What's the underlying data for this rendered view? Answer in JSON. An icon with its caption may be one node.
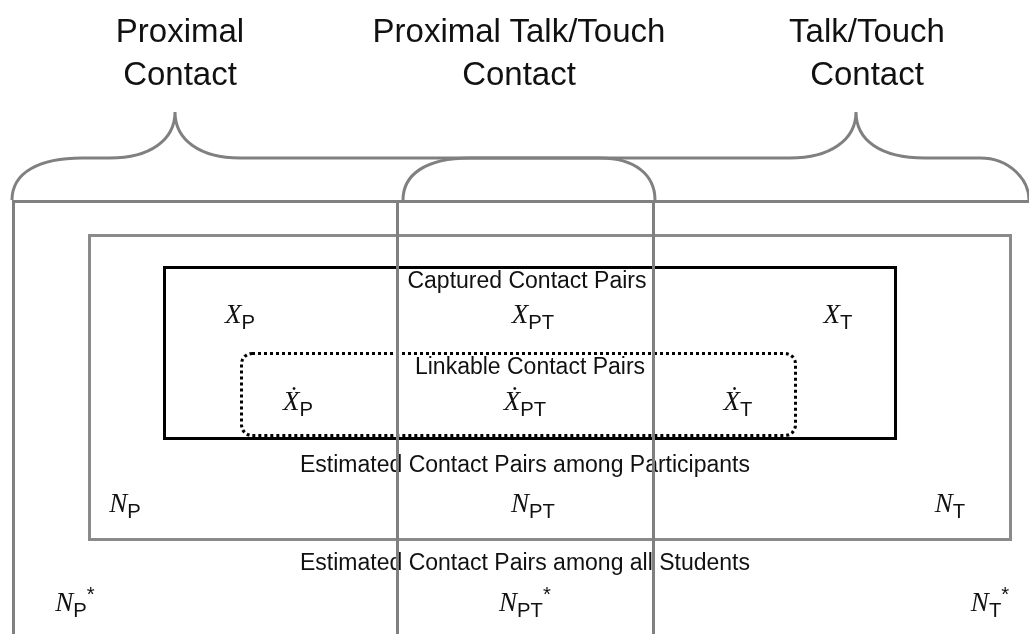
{
  "diagram": {
    "nodes": [
      {
        "text": [
          "Estimated Contact Pairs among all Students",
          "*N*$_{P}$$^{*}$",
          "*N*$_{PT}$$^{*}$",
          "*N*$_{T}$$^{*}$"
        ]
      },
      {
        "text": [
          "Estimated Contact Pairs among Participants",
          "*N*$_{P}$",
          "*N*$_{PT}$",
          "*N*$_{T}$"
        ],
        "in": 0
      },
      {
        "text": [
          "Captured Contact Pairs",
          "*X*$_{P}$",
          "*X*$_{PT}$",
          "*X*$_{T}$"
        ],
        "in": 1
      },
      {
        "text": [
          "Linkable Contact Pairs",
          "*Ẋ*$_{P}$",
          "*Ẋ*$_{PT}$",
          "*Ẋ*$_{T}$"
        ],
        "in": 2
      }
    ],
    "labels": [
      "Proximal Contact",
      "Proximal Talk/Touch Contact",
      "Talk/Touch Contact"
    ]
  }
}
